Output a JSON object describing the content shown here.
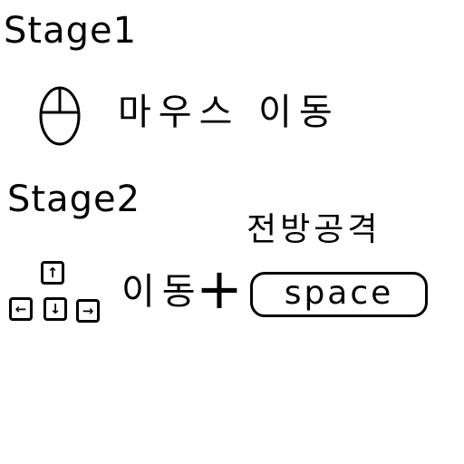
{
  "stage1": {
    "title": "Stage1",
    "mouse_icon": "mouse-icon",
    "instruction": "마우스 이동"
  },
  "stage2": {
    "title": "Stage2",
    "arrow_keys": {
      "up": "↑",
      "left": "←",
      "down": "↓",
      "right": "→"
    },
    "move_label": "이동",
    "plus": "+",
    "attack_label": "전방공격",
    "space_key_label": "space"
  }
}
